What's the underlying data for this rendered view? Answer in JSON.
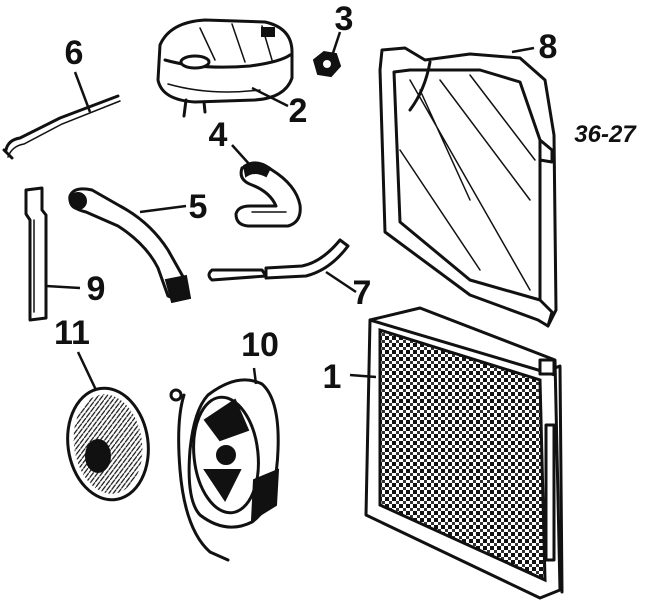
{
  "reference": "36-27",
  "callouts": {
    "radiator": "1",
    "expansion_tank": "2",
    "tank_cap": "3",
    "upper_hose": "4",
    "lower_hose": "5",
    "overflow_tube": "6",
    "bypass_hose": "7",
    "fan_shroud": "8",
    "bracket": "9",
    "fan_motor": "10",
    "fan_blade": "11"
  },
  "colors": {
    "ink": "#111111",
    "paper": "#ffffff"
  }
}
